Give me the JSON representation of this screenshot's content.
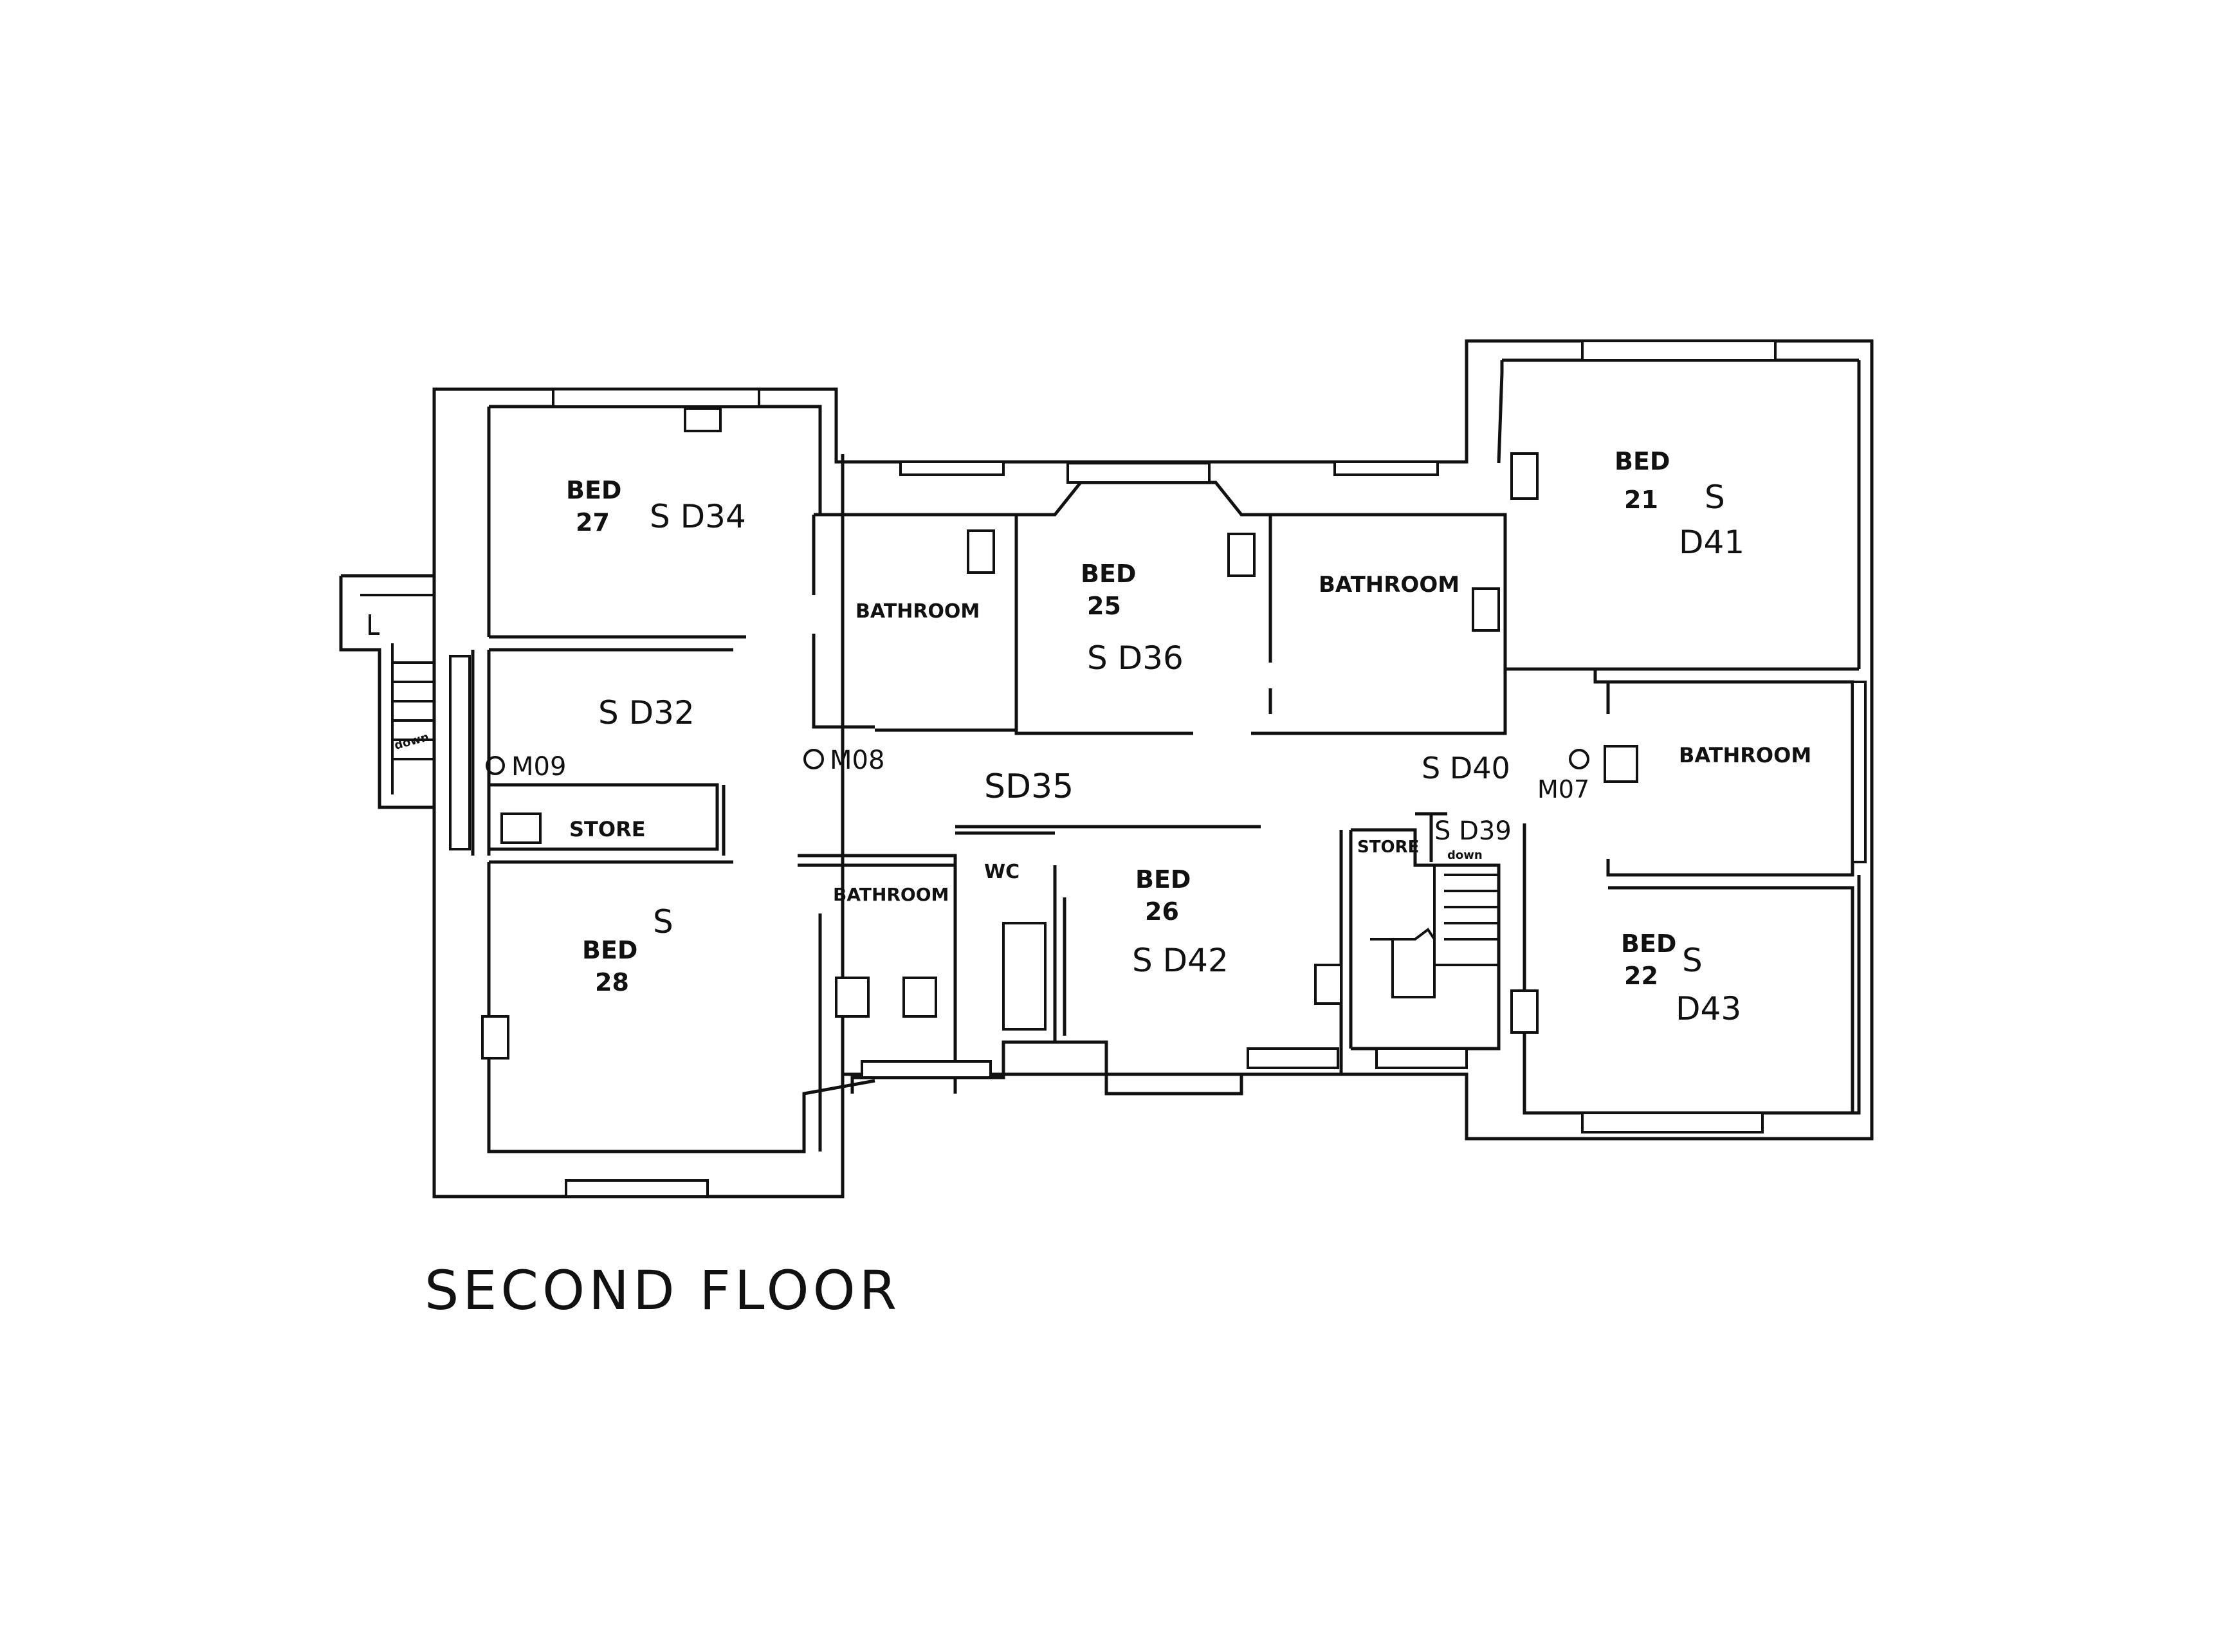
{
  "title": "SECOND FLOOR",
  "rooms": {
    "s034": {
      "name": "BED",
      "number": "27",
      "code": "S D34"
    },
    "s032": {
      "code": "S D32"
    },
    "s028": {
      "name": "BED",
      "number": "28",
      "code": "S"
    },
    "s036": {
      "name": "BED",
      "number": "25",
      "code": "S D36"
    },
    "s041": {
      "name": "BED",
      "number": "21",
      "code_a": "S",
      "code_b": "D41"
    },
    "s043": {
      "name": "BED",
      "number": "22",
      "code_a": "S",
      "code_b": "D43"
    },
    "s042": {
      "name": "BED",
      "number": "26",
      "code": "S D42"
    },
    "bath1": {
      "name": "BATHROOM"
    },
    "bath2": {
      "name": "BATHROOM"
    },
    "bath3": {
      "name": "BATHROOM"
    },
    "bath4": {
      "name": "BATHROOM"
    },
    "wc": {
      "name": "WC"
    },
    "store1": {
      "name": "STORE"
    },
    "store2": {
      "name": "STORE"
    },
    "corridor": {
      "code": "SD35"
    },
    "s040": {
      "code": "S D40"
    },
    "s039": {
      "code": "S D39",
      "note": "down"
    }
  },
  "markers": {
    "m09": "M09",
    "m08": "M08",
    "m07": "M07"
  },
  "stair_note": "down"
}
